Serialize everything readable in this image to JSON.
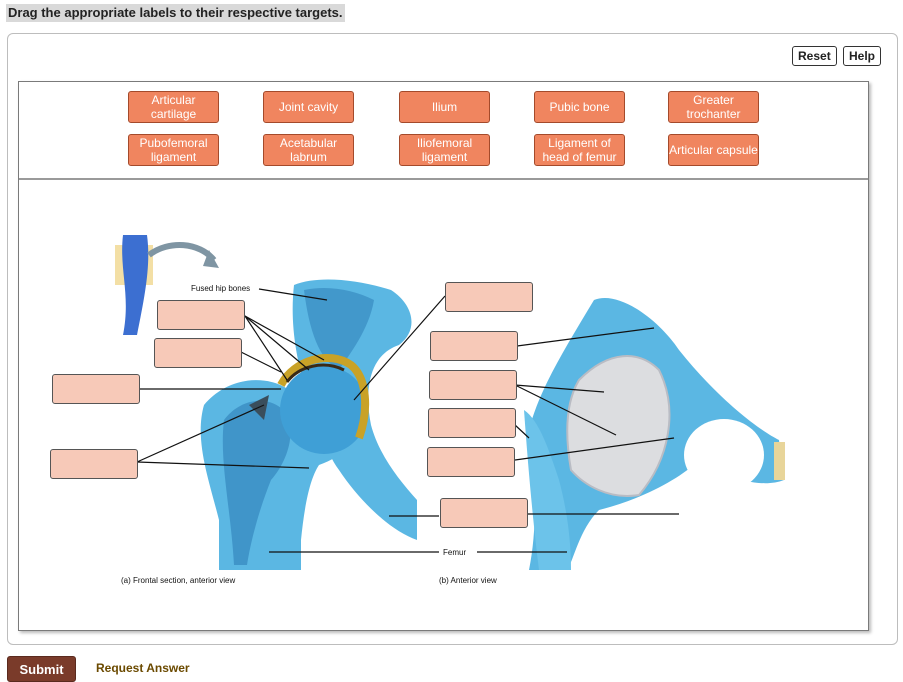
{
  "instruction": "Drag the appropriate labels to their respective targets.",
  "toolbar": {
    "reset_label": "Reset",
    "help_label": "Help"
  },
  "labels": [
    "Articular cartilage",
    "Joint cavity",
    "Ilium",
    "Pubic bone",
    "Greater trochanter",
    "Pubofemoral ligament",
    "Acetabular labrum",
    "Iliofemoral ligament",
    "Ligament of head of femur",
    "Articular capsule"
  ],
  "figure": {
    "fused_hip_bones": "Fused hip bones",
    "femur": "Femur",
    "caption_a": "(a) Frontal section, anterior view",
    "caption_b": "(b) Anterior view"
  },
  "footer": {
    "submit_label": "Submit",
    "request_label": "Request Answer"
  },
  "colors": {
    "label_bg": "#f0855f",
    "target_bg": "#f7c9b8",
    "bone": "#5bb7e3",
    "submit_bg": "#7a3b2a"
  }
}
